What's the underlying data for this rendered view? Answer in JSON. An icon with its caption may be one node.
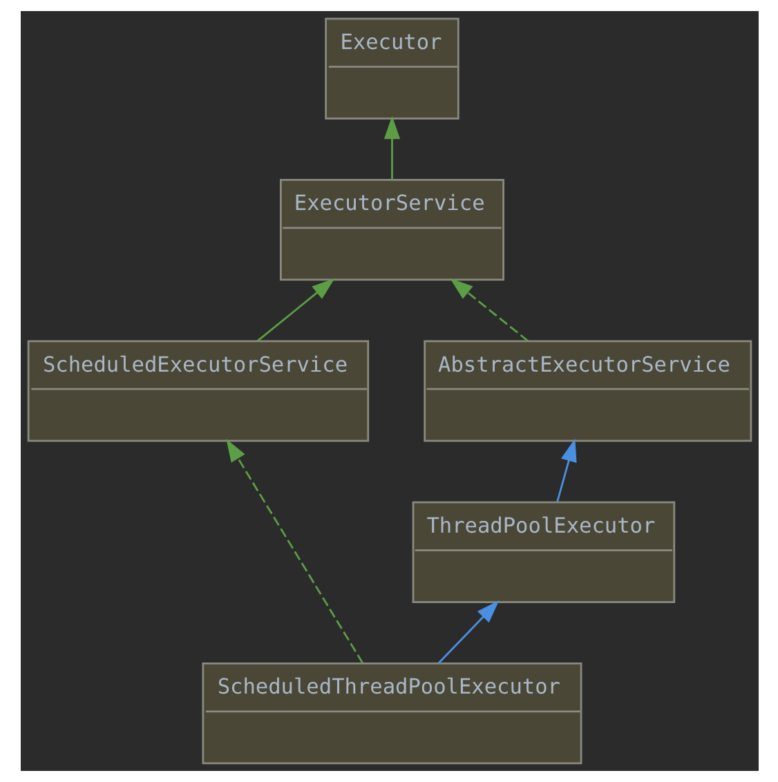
{
  "diagram": {
    "nodes": [
      {
        "text": [
          "Executor"
        ]
      },
      {
        "text": [
          "ExecutorService"
        ]
      },
      {
        "text": [
          "AbstractExecutorService"
        ]
      },
      {
        "text": [
          "ScheduledExecutorService"
        ]
      },
      {
        "text": [
          "ThreadPoolExecutor"
        ]
      },
      {
        "text": [
          "ScheduledThreadPoolExecutor"
        ]
      }
    ],
    "edges": [
      {
        "from": 1,
        "to": 0,
        "arrow": "to"
      },
      {
        "from": 2,
        "to": 1,
        "arrow": "to",
        "style": "dashed"
      },
      {
        "from": 3,
        "to": 1,
        "arrow": "to"
      },
      {
        "from": 4,
        "to": 2,
        "arrow": "to",
        "color": "#4a90e2"
      },
      {
        "from": 5,
        "to": 4,
        "arrow": "to",
        "color": "#4a90e2"
      },
      {
        "from": 5,
        "to": 3,
        "arrow": "to",
        "style": "dashed"
      }
    ]
  }
}
